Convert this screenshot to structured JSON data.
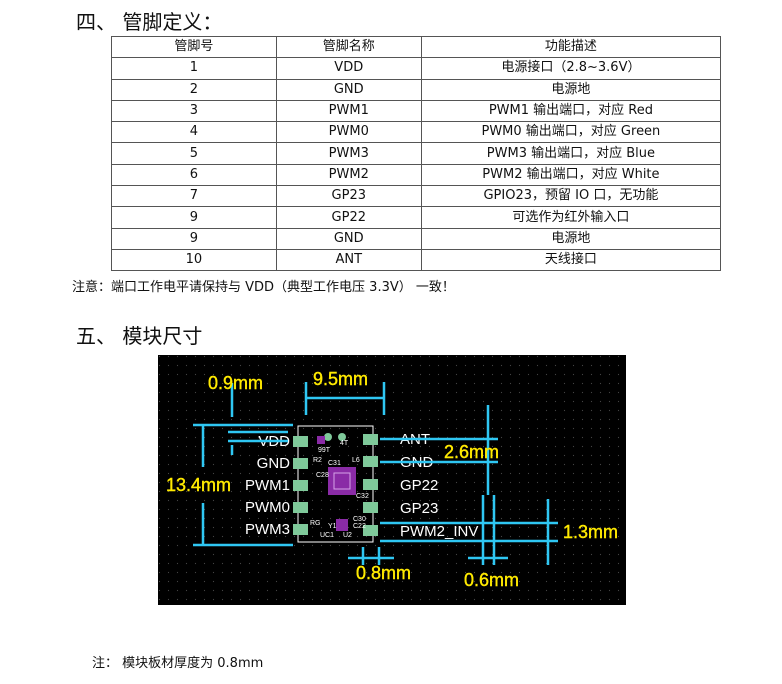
{
  "section4": {
    "title": "四、 管脚定义："
  },
  "pin_table": {
    "headers": [
      "管脚号",
      "管脚名称",
      "功能描述"
    ],
    "rows": [
      [
        "1",
        "VDD",
        "电源接口（2.8~3.6V）"
      ],
      [
        "2",
        "GND",
        "电源地"
      ],
      [
        "3",
        "PWM1",
        "PWM1 输出端口，对应 Red"
      ],
      [
        "4",
        "PWM0",
        "PWM0 输出端口，对应 Green"
      ],
      [
        "5",
        "PWM3",
        "PWM3 输出端口，对应 Blue"
      ],
      [
        "6",
        "PWM2",
        "PWM2 输出端口，对应 White"
      ],
      [
        "7",
        "GP23",
        "GPIO23，预留 IO 口，无功能"
      ],
      [
        "9",
        "GP22",
        "可选作为红外输入口"
      ],
      [
        "9",
        "GND",
        "电源地"
      ],
      [
        "10",
        "ANT",
        "天线接口"
      ]
    ]
  },
  "note1": "注意：端口工作电平请保持与 VDD（典型工作电压 3.3V） 一致！",
  "section5": {
    "title": "五、 模块尺寸"
  },
  "figure": {
    "dims": {
      "top_offset": "0.9mm",
      "width": "9.5mm",
      "height": "13.4mm",
      "pin_spacing": "2.6mm",
      "edge": "1.3mm",
      "pad_gap": "0.8mm",
      "pad_w": "0.6mm"
    },
    "left_pins": [
      "VDD",
      "GND",
      "PWM1",
      "PWM0",
      "PWM3"
    ],
    "right_pins": [
      "ANT",
      "GND",
      "GP22",
      "GP23",
      "PWM2_INV"
    ],
    "silk": {
      "r2": "R2",
      "l6": "L6",
      "c28": "C28",
      "c31": "C31",
      "c32": "C32",
      "c30": "C30",
      "c22": "C22",
      "y1": "Y1",
      "vdd_pad": "99T",
      "ant_pad": "4T",
      "rg": "RG",
      "u1": "UC1",
      "b2": "U2"
    },
    "colors": {
      "dim": "#ffea00",
      "ref": "#2fc7f3",
      "board": "#000000",
      "pad": "#7fc99a",
      "silk": "#ffffff",
      "chip": "#8a2ba6"
    }
  },
  "note2": "注：  模块板材厚度为 0.8mm"
}
